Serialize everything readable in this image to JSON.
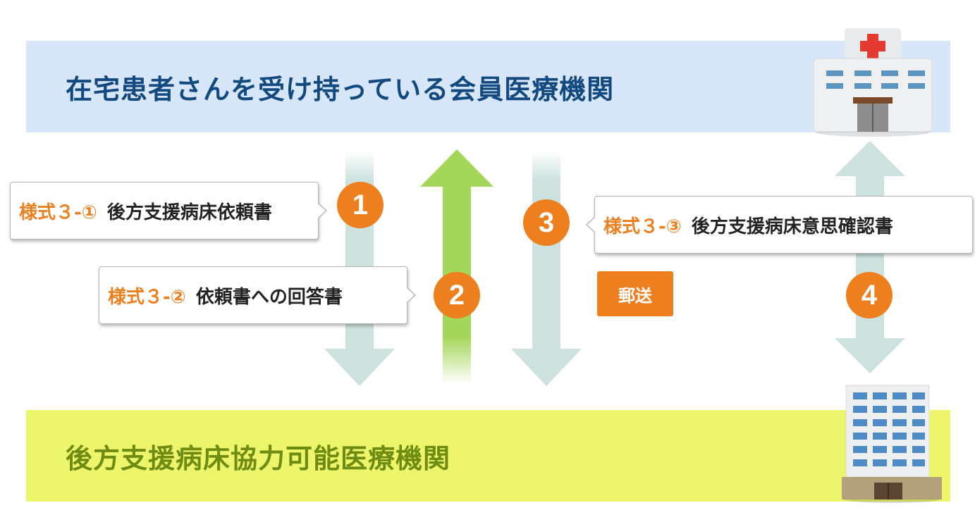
{
  "top_band": {
    "title": "在宅患者さんを受け持っている会員医療機関"
  },
  "bottom_band": {
    "title": "後方支援病床協力可能医療機関"
  },
  "steps": [
    {
      "number": "1",
      "form_code": "様式３-①",
      "form_name": "後方支援病床依頼書"
    },
    {
      "number": "2",
      "form_code": "様式３-②",
      "form_name": "依頼書への回答書"
    },
    {
      "number": "3",
      "form_code": "様式３-③",
      "form_name": "後方支援病床意思確認書"
    },
    {
      "number": "4"
    }
  ],
  "mail_label": "郵送",
  "icons": [
    "hospital-icon",
    "building-icon"
  ],
  "colors": {
    "top_band": "#d8e6fa",
    "bottom_band": "#edf56a",
    "top_title": "#12497f",
    "bottom_title": "#6f8c12",
    "badge": "#ee7f1e",
    "form_code": "#ee7f1e",
    "arrow_pale": "#cde2df",
    "arrow_green": "#a4d65a",
    "mail_tag": "#ee7f1e"
  }
}
